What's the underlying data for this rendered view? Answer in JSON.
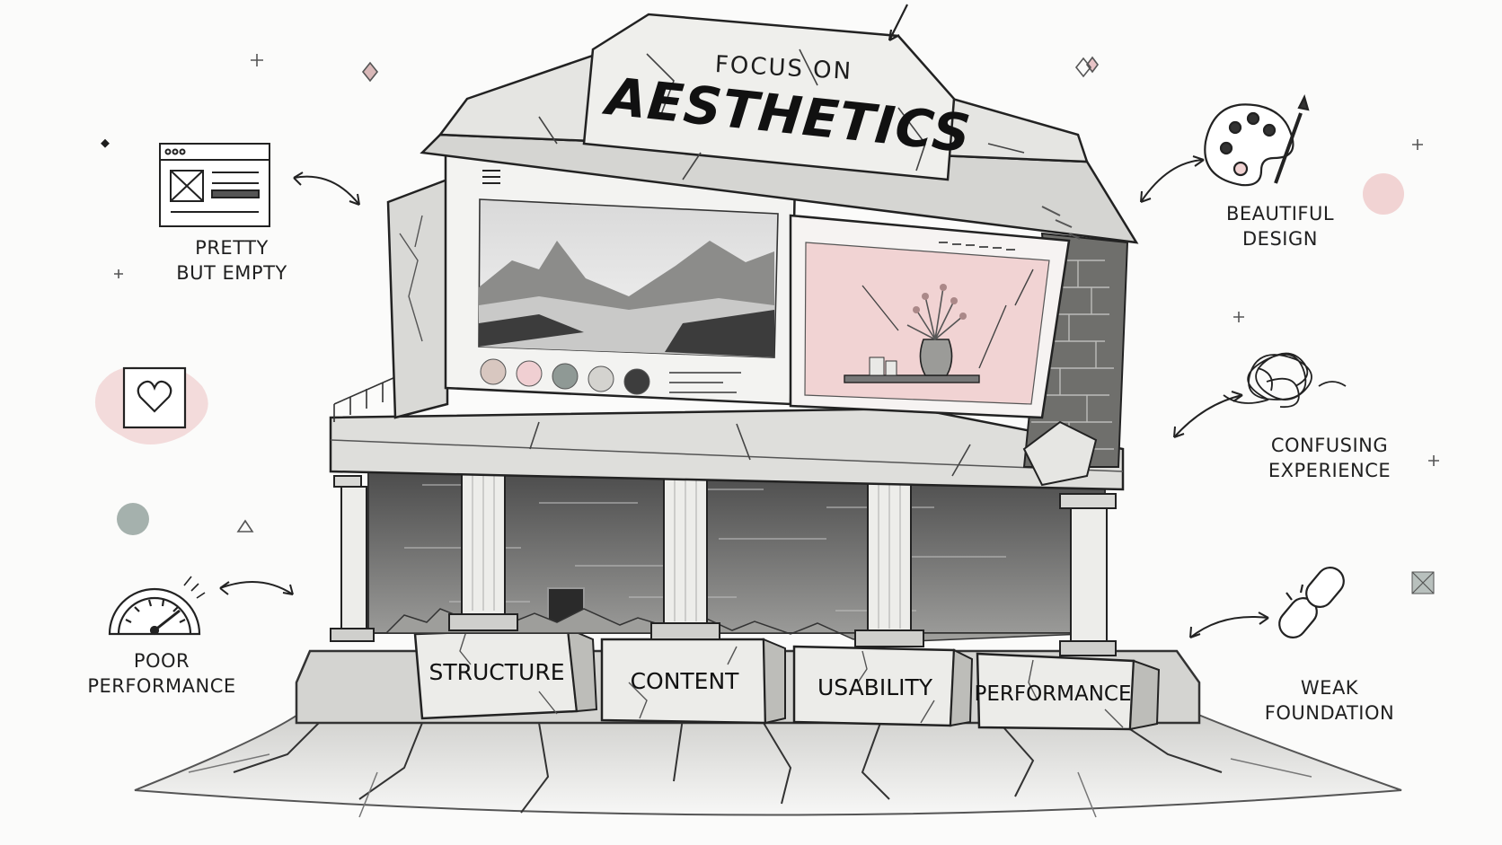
{
  "title": {
    "line1": "Focus on",
    "line2": "Aesthetics"
  },
  "foundation_blocks": [
    {
      "label": "Structure"
    },
    {
      "label": "Content"
    },
    {
      "label": "Usability"
    },
    {
      "label": "Performance"
    }
  ],
  "callouts": {
    "pretty_but_empty": {
      "line1": "Pretty",
      "line2": "but empty",
      "icon": "wireframe-browser-icon"
    },
    "beautiful_design": {
      "line1": "Beautiful",
      "line2": "design",
      "icon": "paint-palette-icon"
    },
    "confusing_experience": {
      "line1": "Confusing",
      "line2": "experience",
      "icon": "tangled-scribble-icon"
    },
    "poor_performance": {
      "line1": "Poor",
      "line2": "performance",
      "icon": "speedometer-gauge-icon"
    },
    "weak_foundation": {
      "line1": "Weak",
      "line2": "foundation",
      "icon": "broken-chain-icon"
    },
    "heart": {
      "icon": "heart-icon"
    }
  },
  "colors": {
    "ink": "#1d1d1d",
    "stone": "#e6e6e3",
    "stone_dark": "#b9b9b5",
    "shadow": "#7d7d7a",
    "pink": "#f1d3d3",
    "pink_accent": "#eab9bd",
    "sage": "#a5b1ad",
    "background": "#fbfbfa"
  },
  "swatches": [
    "#d8c7c0",
    "#f0cfd2",
    "#8f9995",
    "#d4d3cf",
    "#3d3d3d"
  ]
}
